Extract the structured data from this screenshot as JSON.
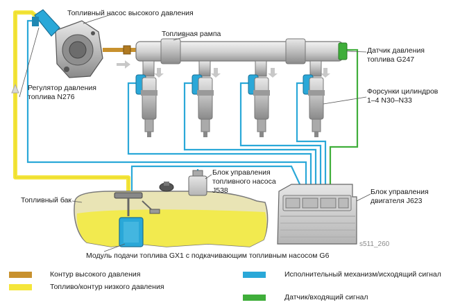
{
  "labels": {
    "hp_pump": "Топливный насос высокого давления",
    "fuel_rail": "Топливная рампа",
    "pressure_sensor_1": "Датчик давления",
    "pressure_sensor_2": "топлива G247",
    "regulator_1": "Регулятор давления",
    "regulator_2": "топлива N276",
    "injectors_1": "Форсунки цилиндров",
    "injectors_2": "1–4 N30–N33",
    "pump_ecu_1": "Блок управления",
    "pump_ecu_2": "топливного насоса",
    "pump_ecu_3": "J538",
    "fuel_tank": "Топливный бак",
    "engine_ecu_1": "Блок управления",
    "engine_ecu_2": "двигателя J623",
    "delivery_module": "Модуль подачи топлива GX1 с подкачивающим топливным насосом G6",
    "figure_code": "s511_260"
  },
  "legend": [
    {
      "text": "Контур высокого давления",
      "color": "#c8912e"
    },
    {
      "text": "Топливо/контур низкого давления",
      "color": "#f5e63a"
    },
    {
      "text": "Исполнительный механизм/исходящий сигнал",
      "color": "#2aa8d8"
    },
    {
      "text": "Датчик/входящий сигнал",
      "color": "#3fae3a"
    }
  ],
  "colors": {
    "high_pressure": "#c8912e",
    "low_pressure": "#f5e63a",
    "actuator": "#2aa8d8",
    "sensor": "#3fae3a"
  }
}
